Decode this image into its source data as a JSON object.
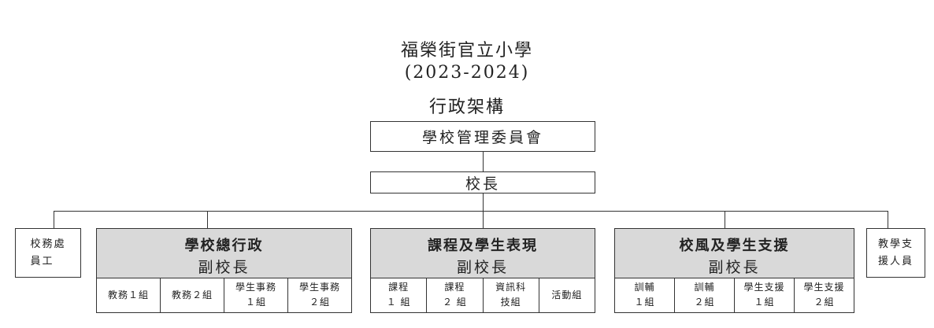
{
  "header": {
    "school_name": "福榮街官立小學",
    "year": "(2023-2024)",
    "chart_title": "行政架構"
  },
  "management_committee": "學校管理委員會",
  "principal": "校長",
  "left_side": "校務處\n員工",
  "right_side": "教學支\n援人員",
  "divisions": [
    {
      "name": "學校總行政",
      "head": "副校長",
      "units": [
        "教務１組",
        "教務２組",
        "學生事務\n１組",
        "學生事務\n２組"
      ]
    },
    {
      "name": "課程及學生表現",
      "head": "副校長",
      "units": [
        "課程\n１ 組",
        "課程\n２ 組",
        "資訊科\n技組",
        "活動組"
      ]
    },
    {
      "name": "校風及學生支援",
      "head": "副校長",
      "units": [
        "訓輔\n１組",
        "訓輔\n２組",
        "學生支援\n１組",
        "學生支援\n２組"
      ]
    }
  ]
}
